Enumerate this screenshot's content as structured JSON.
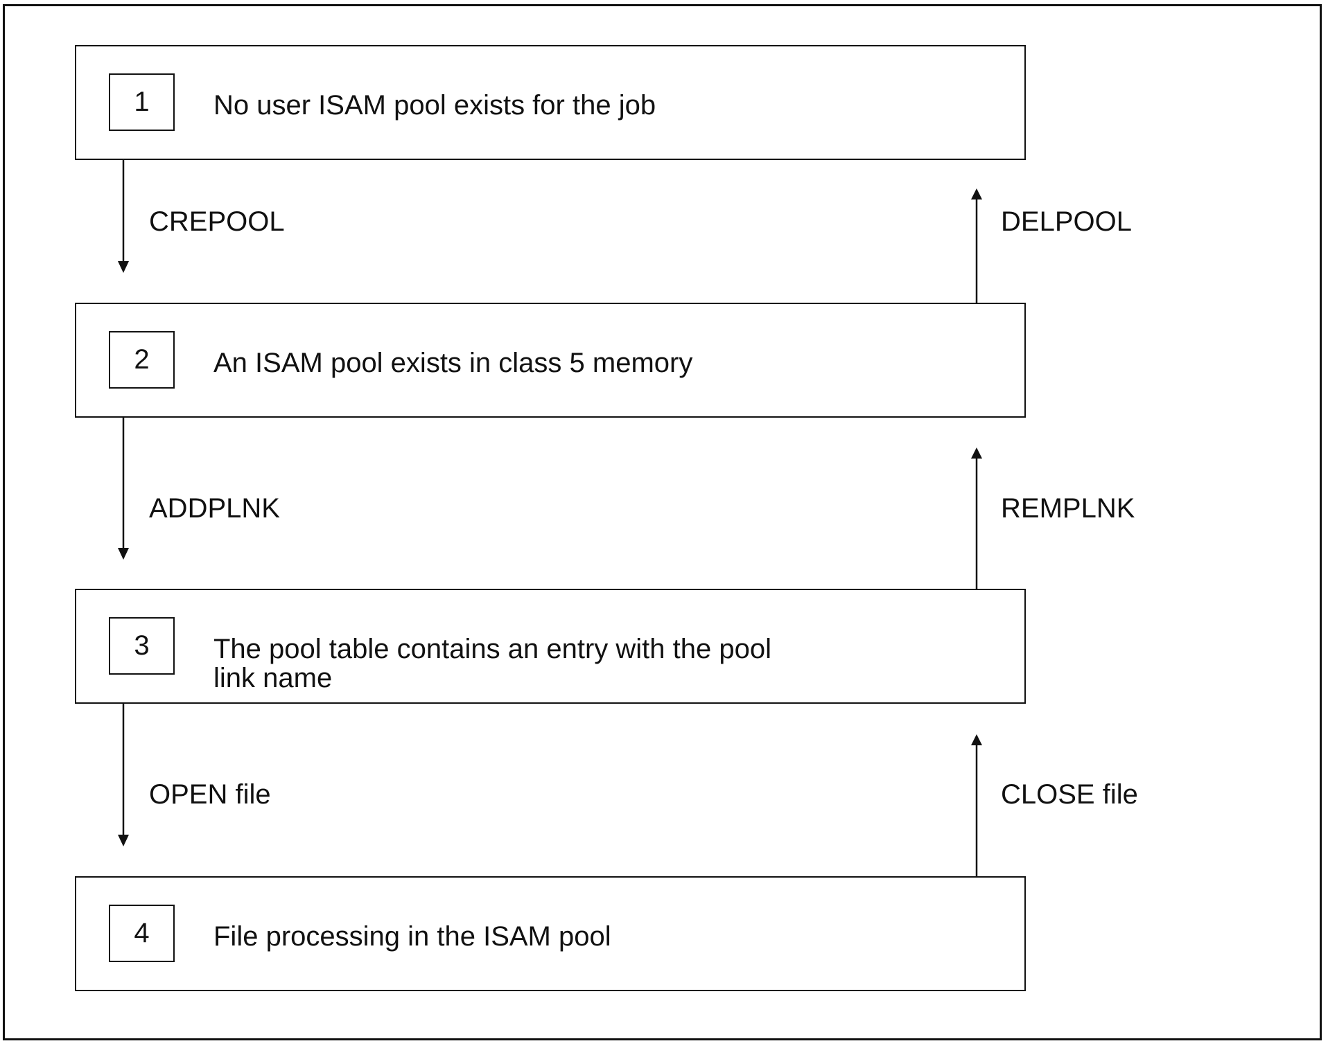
{
  "states": [
    {
      "number": "1",
      "text": "No user ISAM pool exists for the job"
    },
    {
      "number": "2",
      "text": "An ISAM pool exists in class 5 memory"
    },
    {
      "number": "3",
      "text": "The pool table contains an entry with the pool\nlink name"
    },
    {
      "number": "4",
      "text": "File processing in the ISAM pool"
    }
  ],
  "transitions": {
    "forward": [
      "CREPOOL",
      "ADDPLNK",
      "OPEN file"
    ],
    "backward": [
      "DELPOOL",
      "REMPLNK",
      "CLOSE file"
    ]
  },
  "colors": {
    "line": "#111111",
    "background": "#ffffff"
  }
}
